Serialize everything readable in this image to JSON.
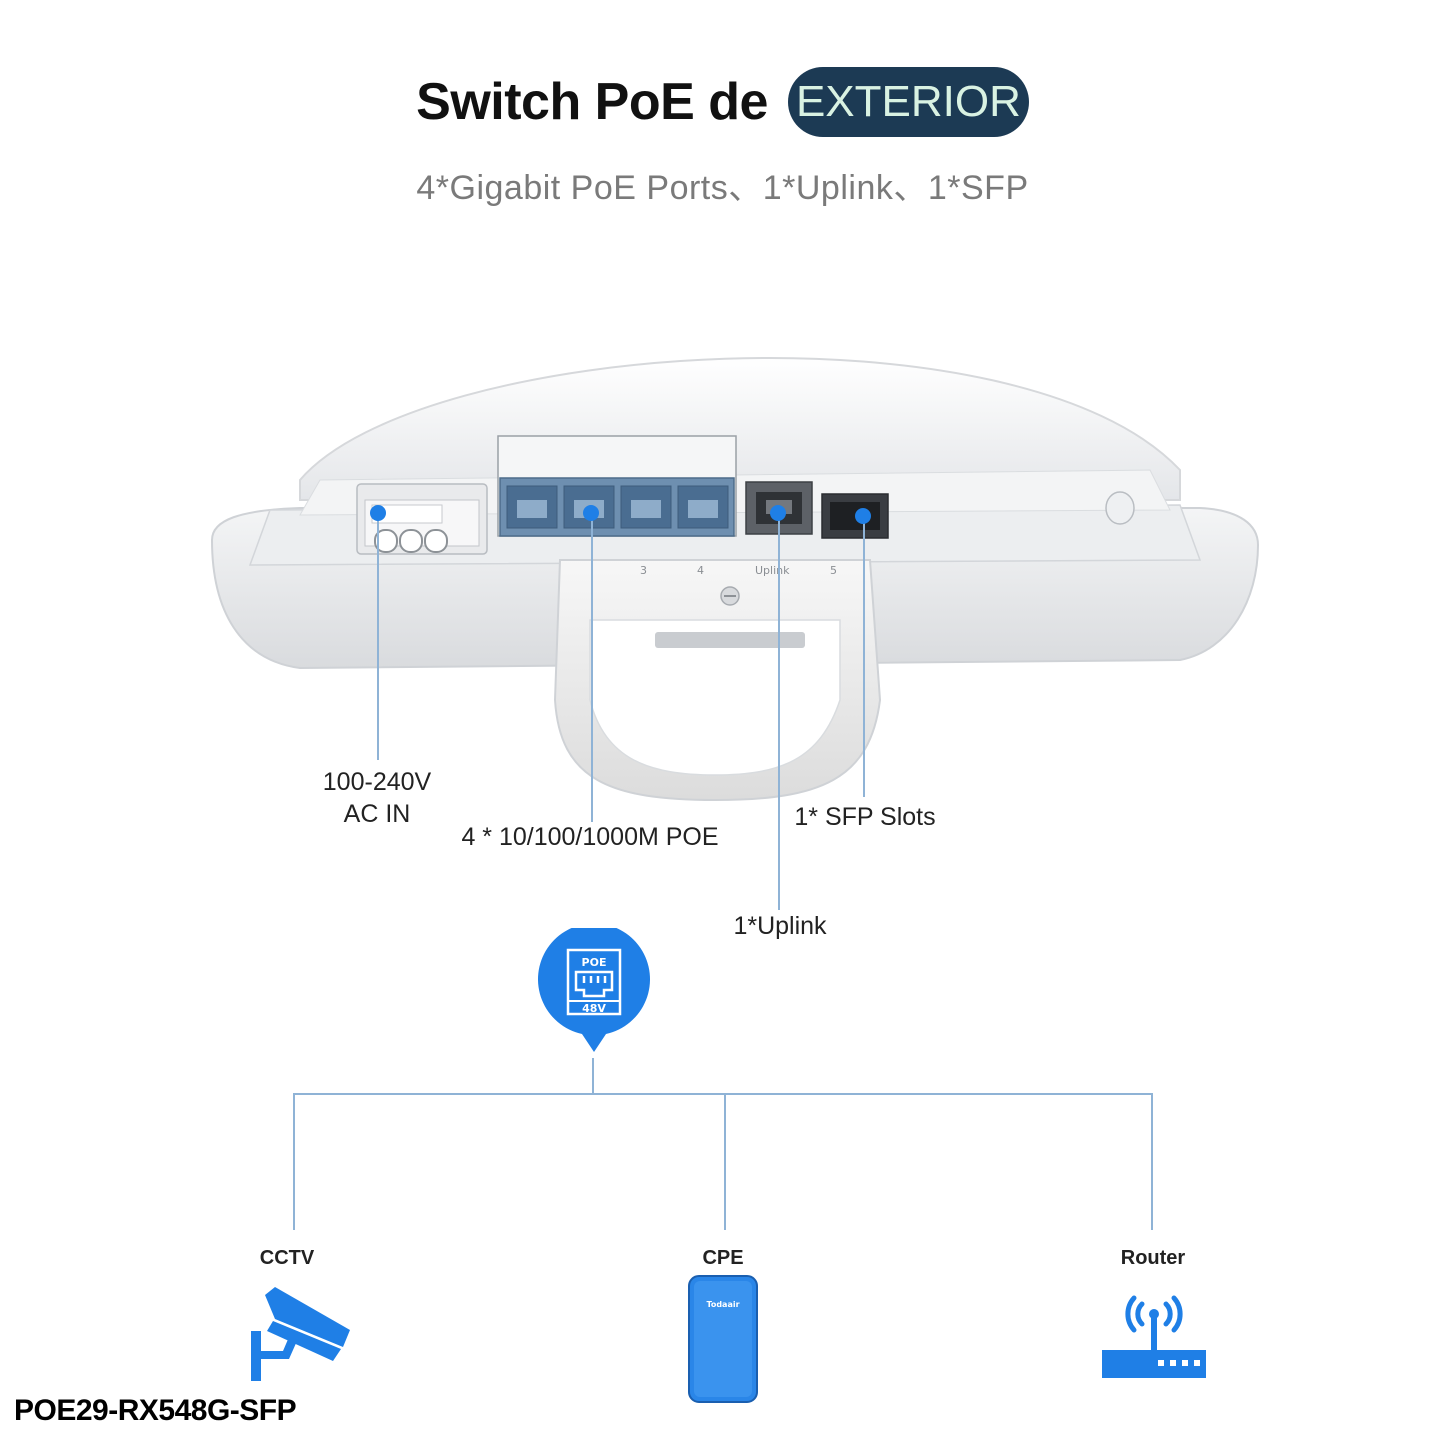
{
  "header": {
    "title": "Switch PoE de",
    "highlight": "EXTERIOR",
    "subtitle": "4*Gigabit PoE Ports、1*Uplink、1*SFP"
  },
  "callouts": {
    "power": [
      "100-240V",
      "AC IN"
    ],
    "poe_ports": "4 * 10/100/1000M POE",
    "sfp": "1* SFP Slots",
    "uplink": "1*Uplink"
  },
  "device_port_labels": [
    "3",
    "4",
    "Uplink",
    "5"
  ],
  "poe_icon": {
    "top": "POE",
    "bottom": "48V"
  },
  "devices": [
    {
      "label": "CCTV",
      "icon": "cctv-camera-icon"
    },
    {
      "label": "CPE",
      "icon": "cpe-device-icon",
      "brand": "Todaair"
    },
    {
      "label": "Router",
      "icon": "router-icon"
    }
  ],
  "model": "POE29-RX548G-SFP",
  "colors": {
    "accent_blue": "#1f7fe6",
    "line": "#8fb3d6",
    "pill": "#1c3a54"
  }
}
